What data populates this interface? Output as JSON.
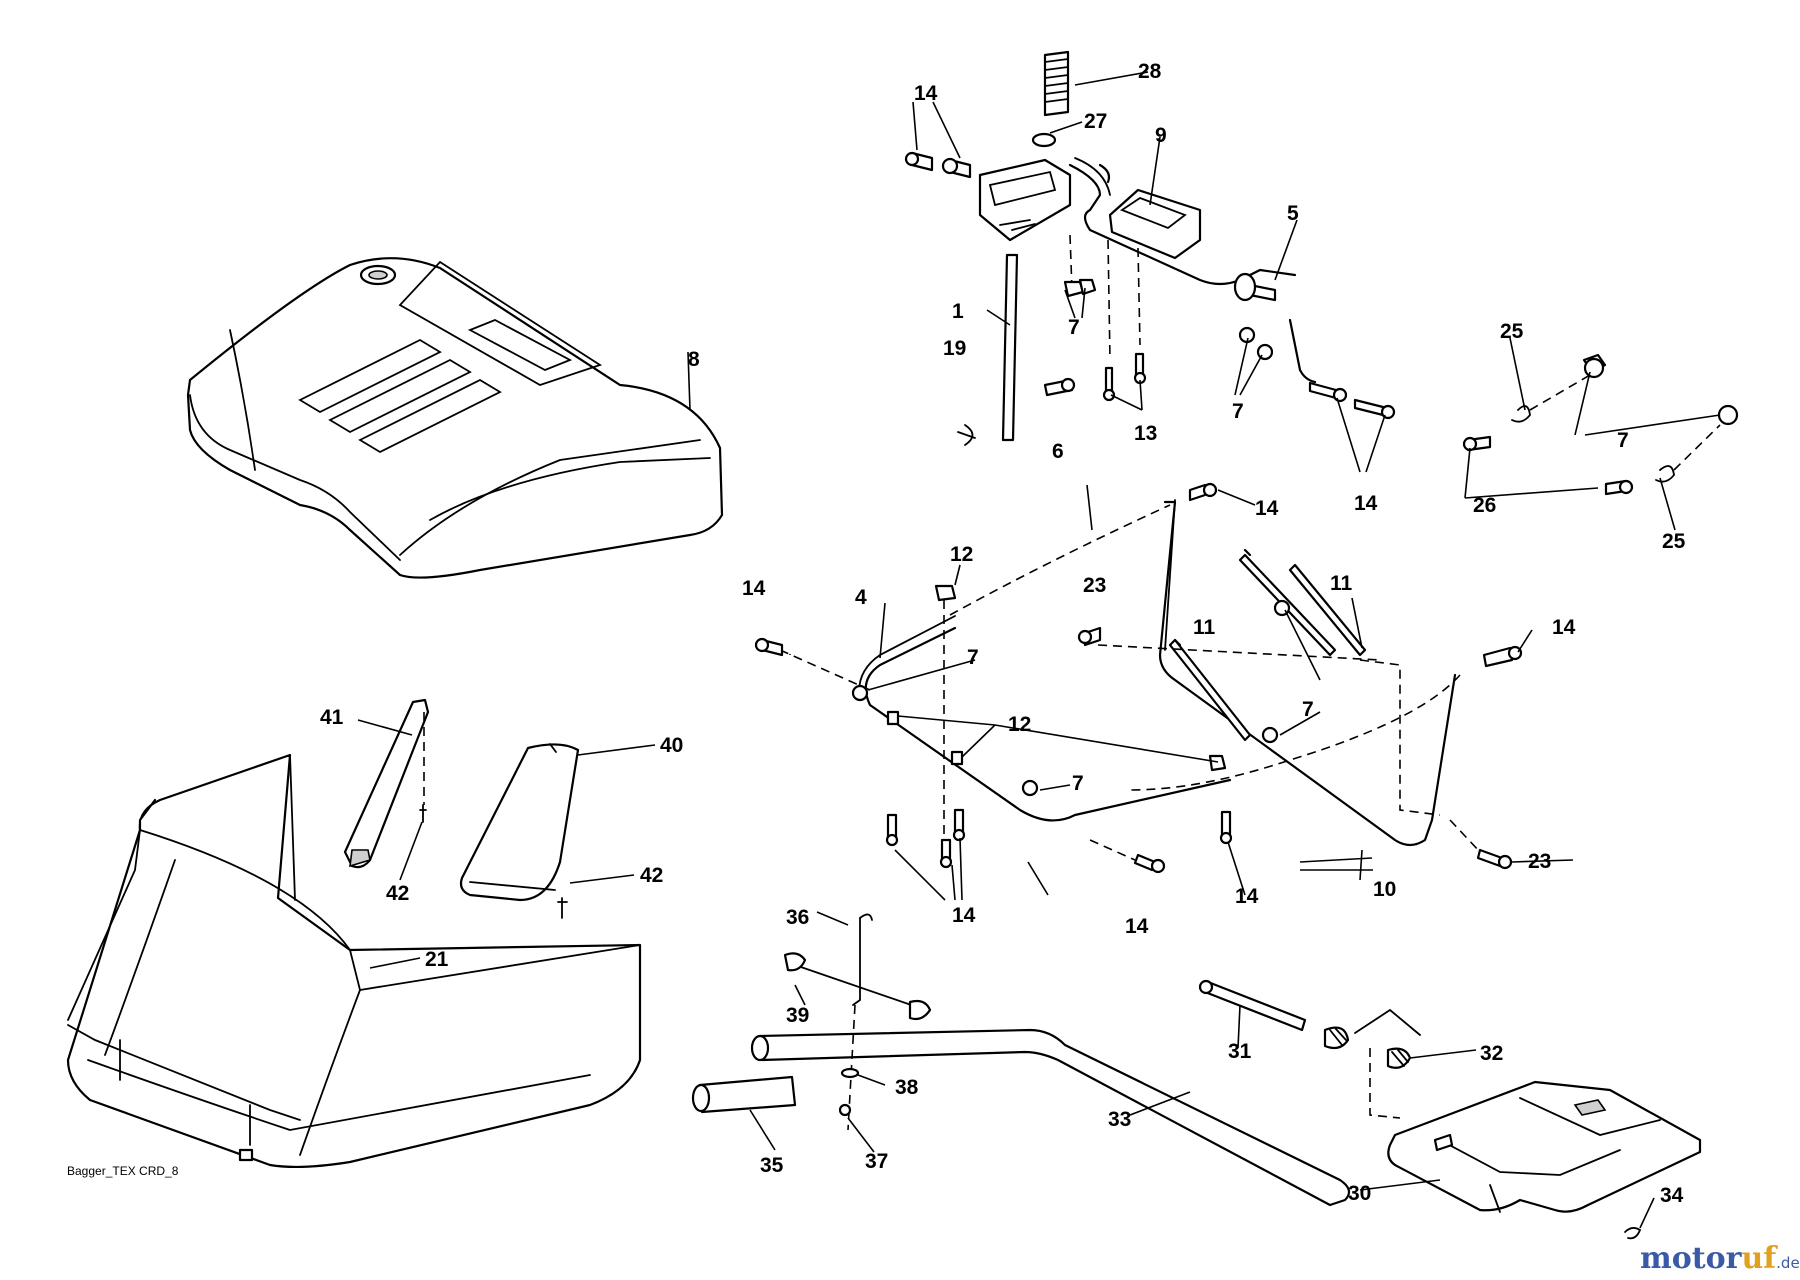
{
  "diagram": {
    "caption": "Bagger_TEX CRD_8",
    "watermark": {
      "brand_a": "motor",
      "brand_b": "uf",
      "suffix": ".de"
    },
    "callouts": [
      "1",
      "4",
      "5",
      "6",
      "7",
      "8",
      "9",
      "10",
      "11",
      "12",
      "13",
      "14",
      "19",
      "21",
      "23",
      "25",
      "26",
      "27",
      "28",
      "30",
      "31",
      "32",
      "33",
      "34",
      "35",
      "36",
      "37",
      "38",
      "39",
      "40",
      "41",
      "42"
    ]
  }
}
